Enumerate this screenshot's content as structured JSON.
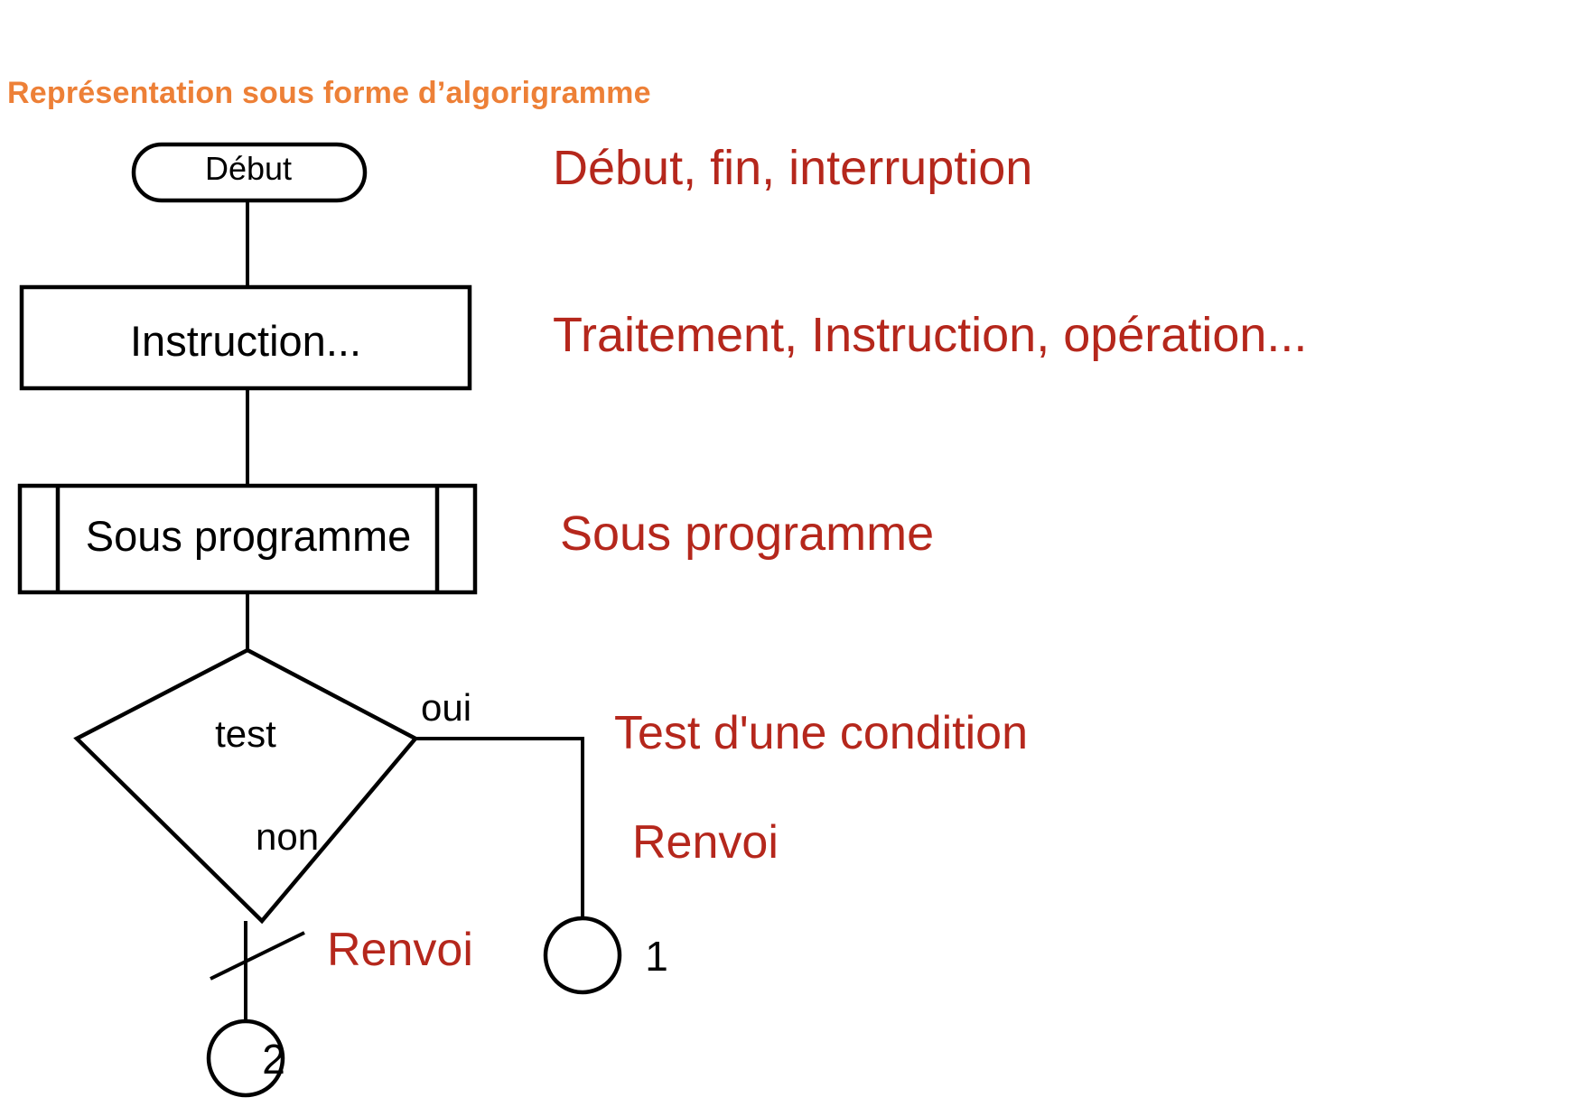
{
  "title": {
    "prefix": "Représentation sous forme d’",
    "underlined_word": "algorigramme",
    "color": "#ED8037"
  },
  "colors": {
    "title_orange": "#ED8037",
    "annotation_red": "#B5271C",
    "stroke_black": "#000000",
    "squiggle_red": "#C0392B",
    "background": "#FFFFFF"
  },
  "flowchart": {
    "nodes": [
      {
        "id": "terminal",
        "shape": "stadium",
        "label": "Début"
      },
      {
        "id": "process",
        "shape": "rectangle",
        "label": "Instruction..."
      },
      {
        "id": "subprogram",
        "shape": "double-sided-rectangle",
        "label": "Sous programme"
      },
      {
        "id": "decision",
        "shape": "diamond",
        "label": "test"
      },
      {
        "id": "connector-1",
        "shape": "circle",
        "label": "1"
      },
      {
        "id": "connector-2",
        "shape": "circle",
        "label": "2"
      }
    ],
    "edge_labels": {
      "yes": "oui",
      "no": "non"
    }
  },
  "annotations": [
    {
      "id": "terminal",
      "text": "Début, fin, interruption"
    },
    {
      "id": "process",
      "text": "Traitement, Instruction, opération..."
    },
    {
      "id": "subprogram",
      "text": "Sous programme"
    },
    {
      "id": "condition",
      "text": "Test d'une condition"
    },
    {
      "id": "renvoi1",
      "text": "Renvoi"
    },
    {
      "id": "renvoi2",
      "text": "Renvoi"
    }
  ]
}
